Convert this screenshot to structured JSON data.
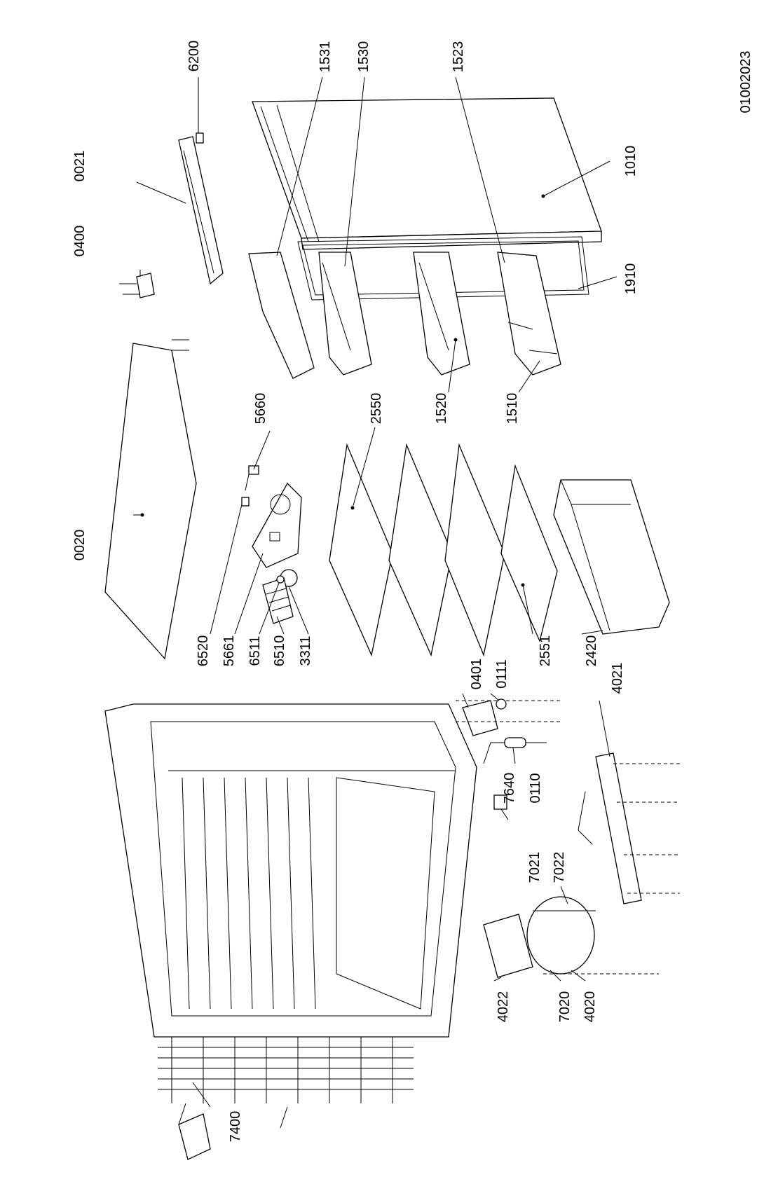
{
  "document_number": "01002023",
  "labels": {
    "l0020": "0020",
    "l0021": "0021",
    "l0400": "0400",
    "l6200": "6200",
    "l1531": "1531",
    "l1530": "1530",
    "l1523": "1523",
    "l1010": "1010",
    "l1910": "1910",
    "l1510": "1510",
    "l1520": "1520",
    "l2550": "2550",
    "l5660": "5660",
    "l6520": "6520",
    "l5661": "5661",
    "l6511": "6511",
    "l6510": "6510",
    "l3311": "3311",
    "l2551": "2551",
    "l2420": "2420",
    "l0401": "0401",
    "l0111": "0111",
    "l7640": "7640",
    "l0110": "0110",
    "l4021": "4021",
    "l7021": "7021",
    "l7022": "7022",
    "l7020": "7020",
    "l4020": "4020",
    "l4022": "4022",
    "l7400": "7400"
  }
}
